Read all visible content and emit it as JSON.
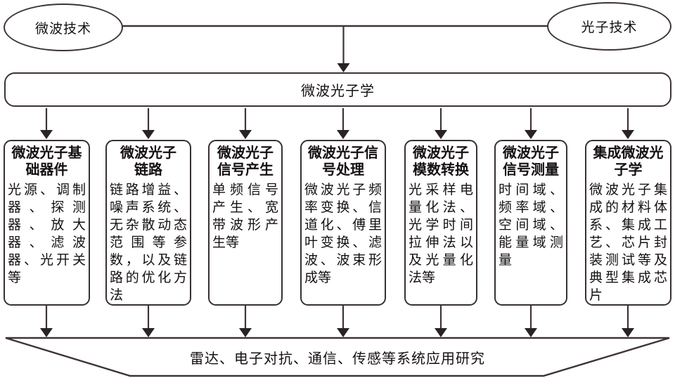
{
  "diagram": {
    "source_nodes": {
      "microwave": {
        "label": "微波技术"
      },
      "photonic": {
        "label": "光子技术"
      }
    },
    "center_node": {
      "label": "微波光子学"
    },
    "branches": [
      {
        "title": "微波光子基\n础器件",
        "body": "光源、调制器、探测器、放大器、滤波器、光开关等"
      },
      {
        "title": "微波光子\n链路",
        "body": "链路增益、噪声系统、无杂散动态范围等参数，以及链路的优化方法"
      },
      {
        "title": "微波光子\n信号产生",
        "body": "单频信号产生、宽带波形产生等"
      },
      {
        "title": "微波光子信\n号处理",
        "body": "微波光子频率变换、信道化、傅里叶变换、滤波、波束形成等"
      },
      {
        "title": "微波光子\n模数转换",
        "body": "光采样电量化法、光学时间拉伸法以及光量化法等"
      },
      {
        "title": "微波光子\n信号测量",
        "body": "时间域、频率域、空间域、能量域测量"
      },
      {
        "title": "集成微波光\n子学",
        "body": "微波光子集成的材料体系、集成工艺、芯片封装测试等及典型集成芯片"
      }
    ],
    "application_node": {
      "label": "雷达、电子对抗、通信、传感等系统应用研究"
    },
    "colors": {
      "stroke": "#3e3436",
      "arrow_fill": "#2a2224",
      "text": "#151011",
      "background": "#ffffff"
    }
  }
}
